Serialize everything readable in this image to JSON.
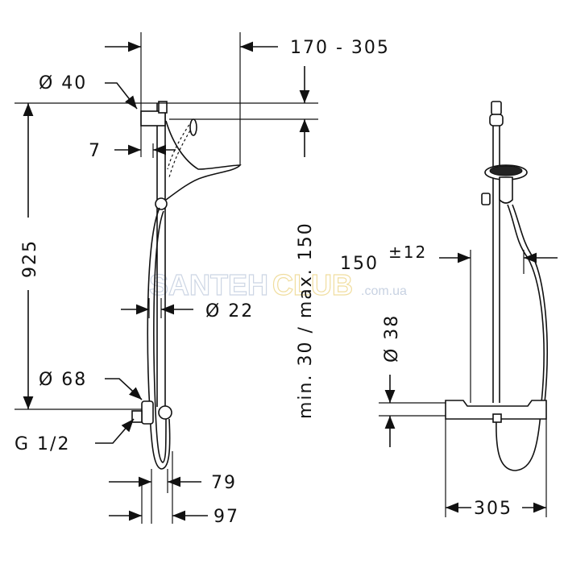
{
  "dimensions": {
    "d40": "Ø 40",
    "span_170_305": "170 - 305",
    "d7": "7",
    "h925": "925",
    "d22": "Ø 22",
    "d68": "Ø 68",
    "g12": "G 1/2",
    "d79": "79",
    "d97": "97",
    "min_max": "min. 30 / max. 150",
    "d150": "150",
    "tol12": "±12",
    "d38": "Ø 38",
    "d305": "305"
  },
  "watermark": {
    "brand_a": "SANTEH",
    "brand_b": "CLUB",
    "domain": ".com.ua"
  }
}
